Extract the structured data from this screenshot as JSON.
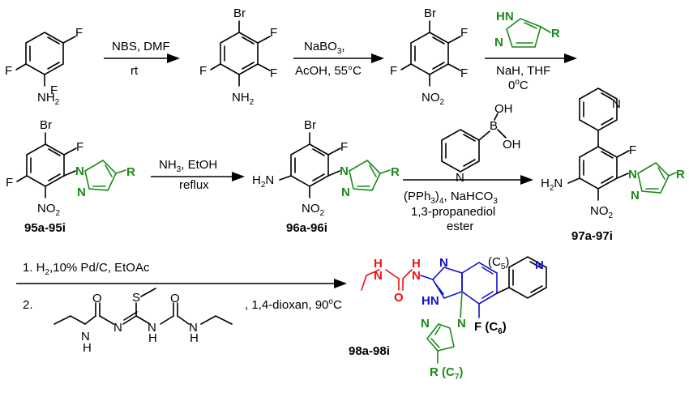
{
  "compounds": {
    "c95": "95a-95i",
    "c96": "96a-96i",
    "c97": "97a-97i",
    "c98": "98a-98i"
  },
  "steps": {
    "s1_top": "NBS, DMF",
    "s1_bottom": "rt",
    "s2_top": "NaBO3,",
    "s2_bottom": "AcOH, 55°C",
    "s3_line1": "NaH, THF",
    "s3_line2": "0°C",
    "s4_top": "NH3, EtOH",
    "s4_bottom": "reflux",
    "s5_line1": "(PPh3)4, NaHCO3",
    "s5_line2": "1,3-propanediol",
    "s5_line3": "ester",
    "s6_line1": "1. H2,10% Pd/C, EtOAc",
    "s6_line2": "2.",
    "s6_line3": ", 1,4-dioxan, 90°C"
  },
  "atoms": {
    "F": "F",
    "Br": "Br",
    "N": "N",
    "S": "S",
    "O": "O",
    "R": "R",
    "NH2": "NH2",
    "H2N": "H2N",
    "NO2": "NO2",
    "HN": "HN",
    "NH": "NH",
    "H": "H",
    "B": "B",
    "OH": "OH",
    "C5": "(C5)",
    "C6": "F (C6)",
    "C7": "R (C7)"
  }
}
